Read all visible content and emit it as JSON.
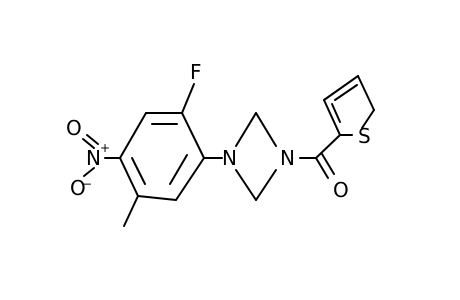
{
  "molecule": {
    "atoms": {
      "fluorine": "F",
      "nitro_nitrogen": "N",
      "nitro_oxygen_top": "O",
      "nitro_oxygen_bottom": "O",
      "piperazine_n1": "N",
      "piperazine_n4": "N",
      "carbonyl_oxygen": "O",
      "thiophene_sulfur": "S"
    },
    "charges": {
      "nitro_n_plus": "+",
      "nitro_o_minus": "−"
    }
  }
}
